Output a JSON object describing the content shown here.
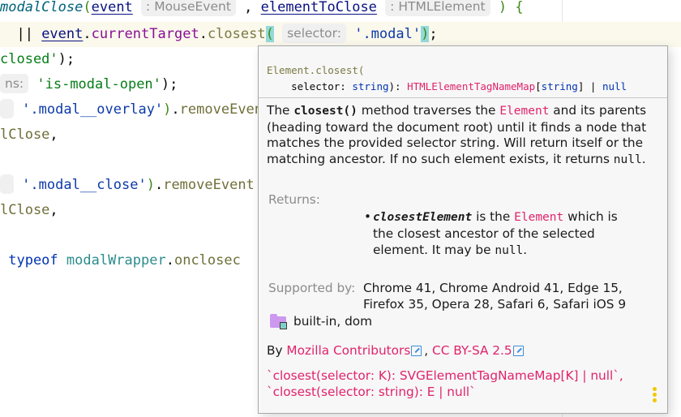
{
  "editor": {
    "lines": [
      {
        "segments": [
          {
            "text": "modalClose",
            "cls": "fn"
          },
          {
            "text": "(",
            "cls": "paren-g"
          },
          {
            "text": "event",
            "cls": "param"
          },
          {
            "text": " ",
            "cls": "plain"
          },
          {
            "hint": ": MouseEvent"
          },
          {
            "text": " , ",
            "cls": "plain"
          },
          {
            "text": "elementToClose",
            "cls": "param"
          },
          {
            "text": " ",
            "cls": "plain"
          },
          {
            "hint": ": HTMLElement"
          },
          {
            "text": " ) ",
            "cls": "paren-g"
          },
          {
            "text": "{",
            "cls": "paren-g"
          }
        ]
      },
      {
        "current": true,
        "segments": [
          {
            "text": "  || ",
            "cls": "plain"
          },
          {
            "text": "event",
            "cls": "param"
          },
          {
            "text": ".",
            "cls": "plain"
          },
          {
            "text": "currentTarget",
            "cls": "prop"
          },
          {
            "text": ".",
            "cls": "plain"
          },
          {
            "text": "closest",
            "cls": "method"
          },
          {
            "text": "(",
            "cls": "paren-g brace-hl"
          },
          {
            "text": " ",
            "cls": "plain"
          },
          {
            "hint": "selector:"
          },
          {
            "text": " ",
            "cls": "plain"
          },
          {
            "text": "'.modal'",
            "cls": "str-blue"
          },
          {
            "text": ")",
            "cls": "paren-g brace-hl"
          },
          {
            "text": ";",
            "cls": "plain"
          }
        ]
      },
      {
        "segments": [
          {
            "text": "closed'",
            "cls": "str"
          },
          {
            "text": ");",
            "cls": "plain"
          }
        ]
      },
      {
        "segments": [
          {
            "hint": "ns:"
          },
          {
            "text": " ",
            "cls": "plain"
          },
          {
            "text": "'is-modal-open'",
            "cls": "str"
          },
          {
            "text": ");",
            "cls": "plain"
          }
        ]
      },
      {
        "segments": [
          {
            "hint": " "
          },
          {
            "text": " '.modal__overlay'",
            "cls": "str-blue"
          },
          {
            "text": ")",
            "cls": "paren-g"
          },
          {
            "text": ".",
            "cls": "plain"
          },
          {
            "text": "removeEvent",
            "cls": "method2"
          }
        ]
      },
      {
        "segments": [
          {
            "text": "lClose",
            "cls": "method2"
          },
          {
            "text": ",",
            "cls": "plain"
          }
        ]
      },
      {
        "segments": []
      },
      {
        "segments": [
          {
            "hint": " "
          },
          {
            "text": " '.modal__close'",
            "cls": "str-blue"
          },
          {
            "text": ")",
            "cls": "paren-g"
          },
          {
            "text": ".",
            "cls": "plain"
          },
          {
            "text": "removeEvent",
            "cls": "method2"
          }
        ]
      },
      {
        "segments": [
          {
            "text": "lClose",
            "cls": "method2"
          },
          {
            "text": ",",
            "cls": "plain"
          }
        ]
      },
      {
        "segments": []
      },
      {
        "segments": [
          {
            "text": " typeof ",
            "cls": "kw"
          },
          {
            "text": "modalWrapper",
            "cls": "id-teal"
          },
          {
            "text": ".",
            "cls": "plain"
          },
          {
            "text": "onclosec",
            "cls": "method2"
          }
        ]
      }
    ]
  },
  "popup": {
    "signature": {
      "line1_class": "Element.closest(",
      "param_name": "    selector: ",
      "param_type": "string",
      "close": "): ",
      "return_type": "HTMLElementTagNameMap",
      "bracket_open": "[",
      "index_type": "string",
      "bracket_close": "]",
      "pipe": " | ",
      "null": "null"
    },
    "description": {
      "prefix": "The ",
      "method": "closest()",
      "mid1": " method traverses the ",
      "element": "Element",
      "mid2": " and its parents (heading toward the document root) until it finds a node that matches the provided selector string. Will return itself or the matching ancestor. If no such element exists, it returns ",
      "null": "null",
      "suffix": "."
    },
    "returns": {
      "label": "Returns:",
      "bullet": "•",
      "name": "closestElement",
      "mid1": " is the ",
      "element": "Element",
      "mid2": " which is the closest ancestor of the selected element. It may be ",
      "null": "null",
      "suffix": "."
    },
    "supported": {
      "label": "Supported by:",
      "value": "Chrome 41, Chrome Android 41, Edge 15, Firefox 35, Opera 28, Safari 6, Safari iOS 9"
    },
    "library": {
      "icon": "folder-library-icon",
      "text": "built-in, dom"
    },
    "attribution": {
      "prefix": "By ",
      "author_link": "Mozilla Contributors",
      "separator": ", ",
      "license_link": "CC BY-SA 2.5"
    },
    "overloads": [
      "`closest(selector: K): SVGElementTagNameMap[K] | null`,",
      "`closest(selector: string): E | null`"
    ],
    "colors": {
      "link": "#e0236a",
      "ext_icon": "#3b8ee0",
      "more_dots": "#f0c800",
      "brace_highlight": "#93d9d9",
      "current_line": "#fbf8ec"
    }
  }
}
